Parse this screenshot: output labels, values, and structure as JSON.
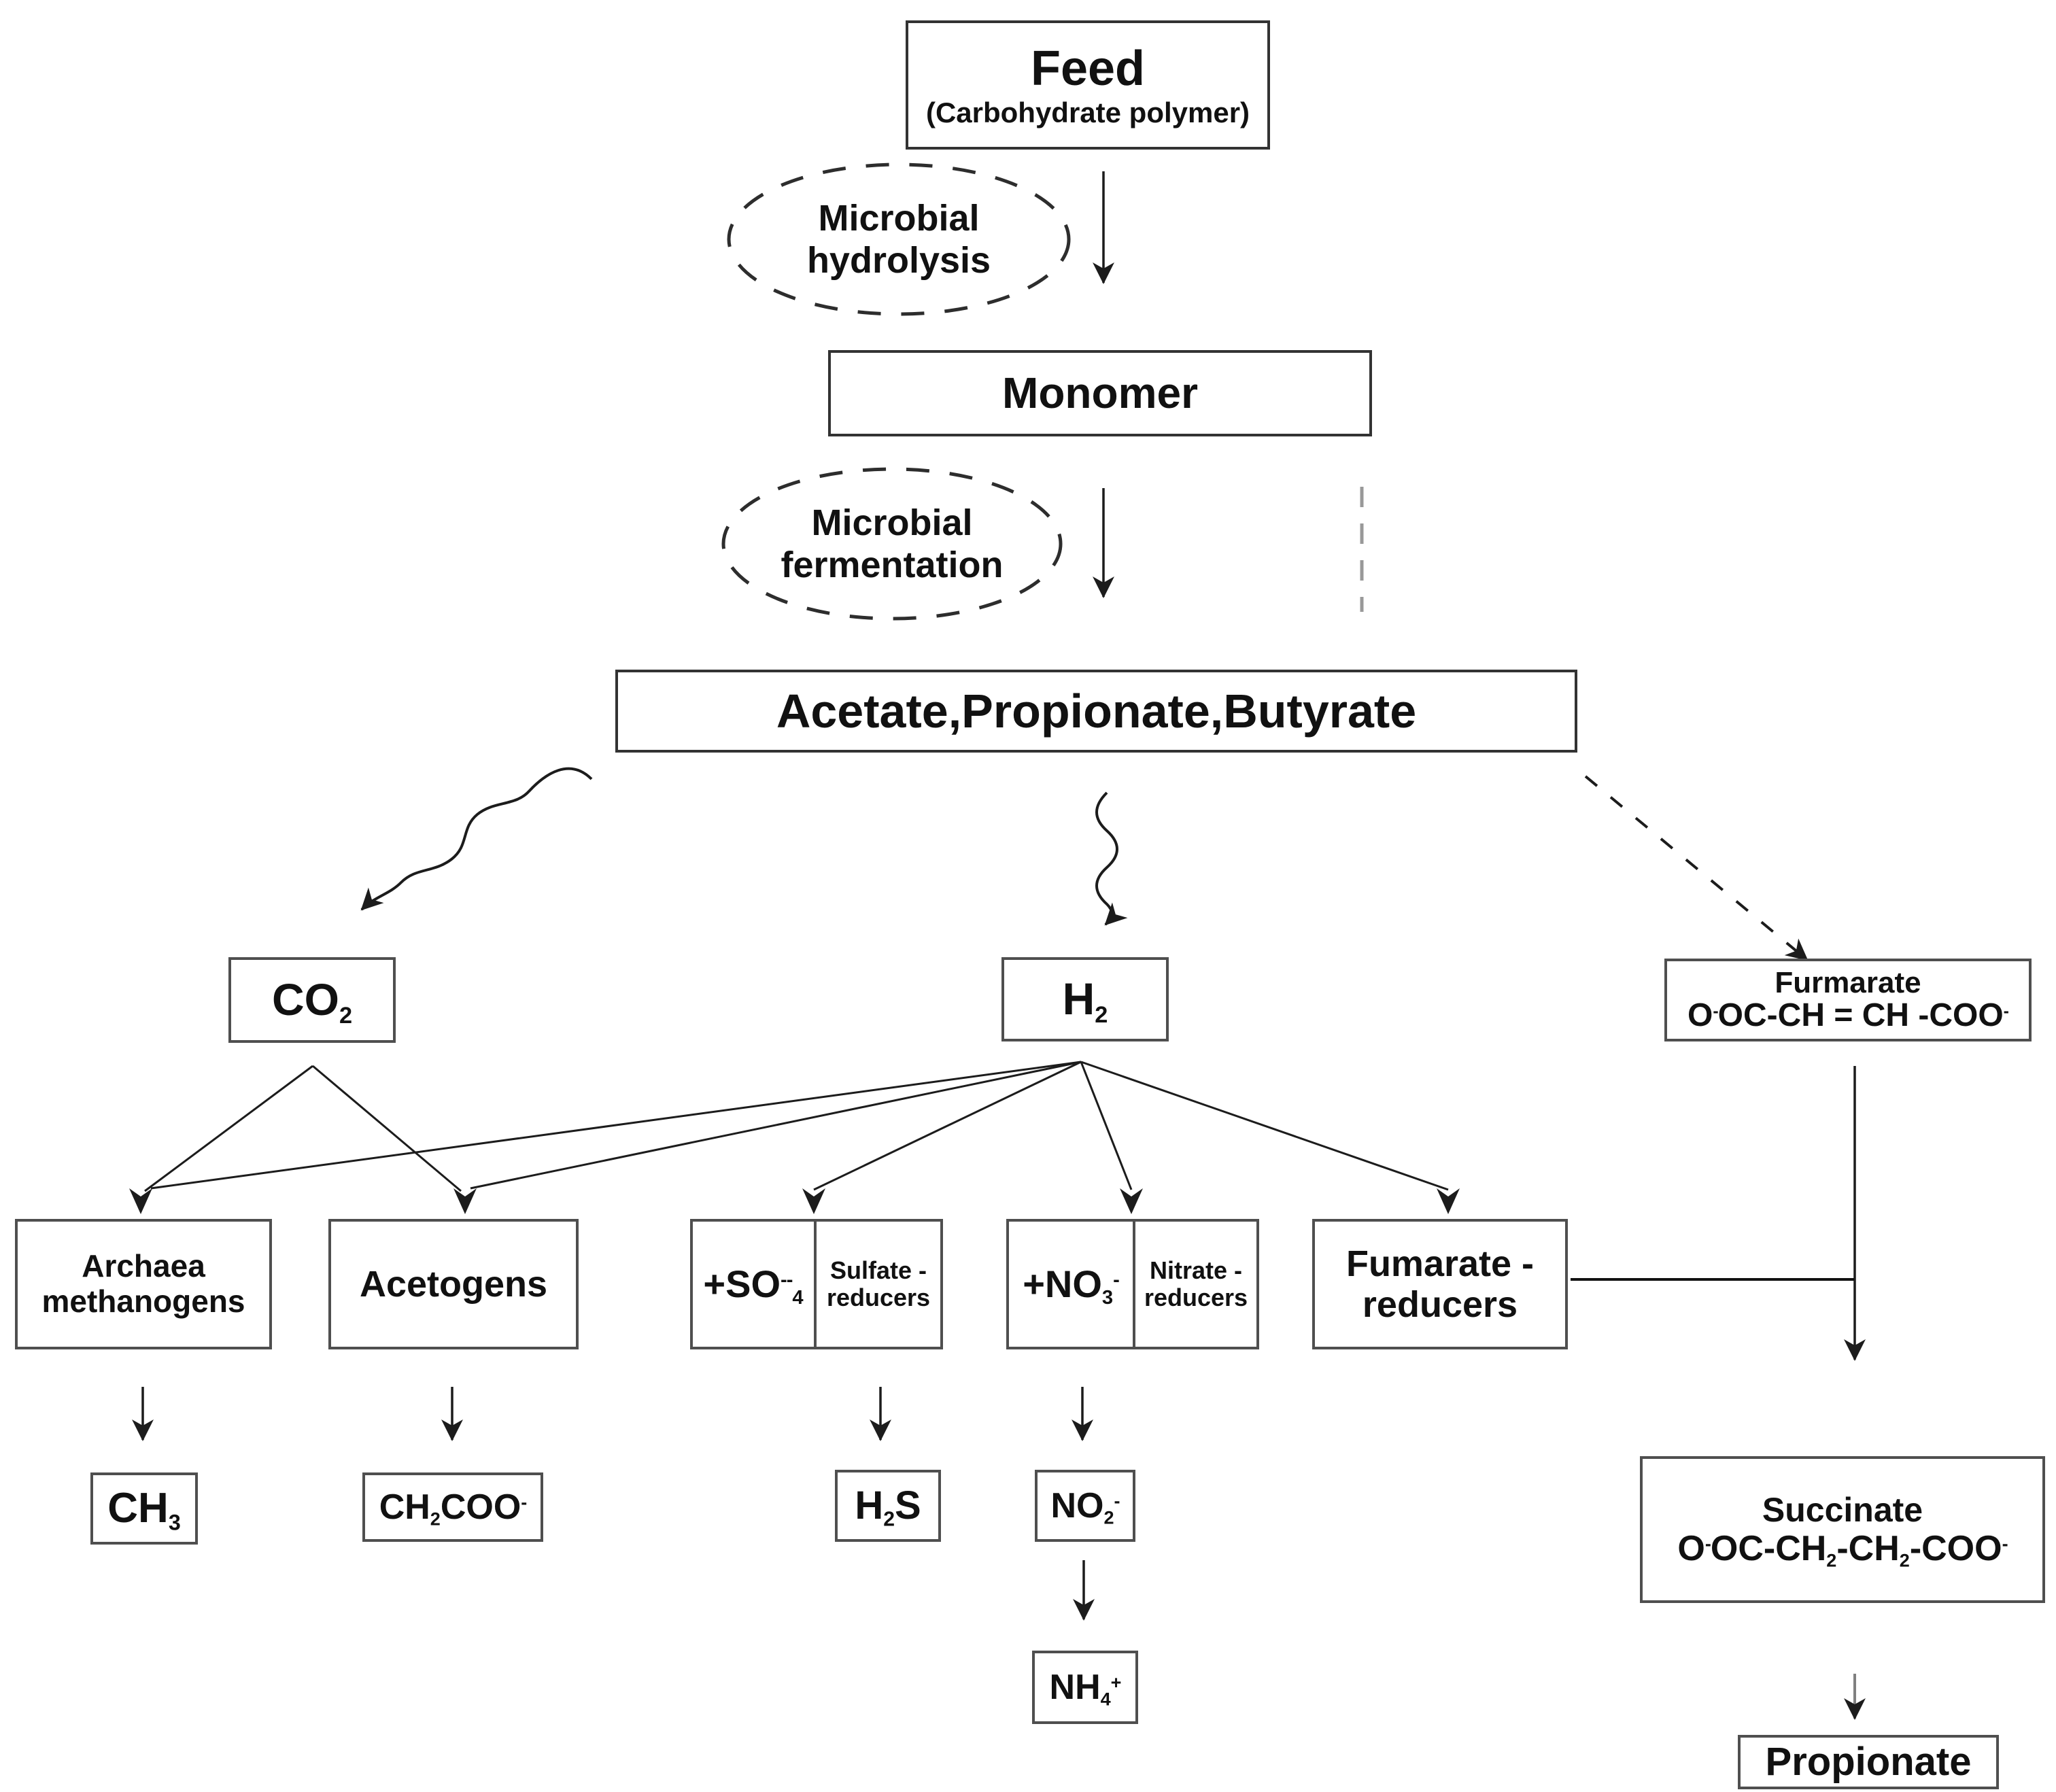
{
  "colors": {
    "background": "#ffffff",
    "box_border": "#4f4f4f",
    "text": "#111111",
    "line": "#1c1c1c",
    "dashed_gray": "#999999"
  },
  "nodes": {
    "feed": {
      "title": "Feed",
      "subtitle": "(Carbohydrate polymer)"
    },
    "hydrolysis": {
      "line1": "Microbial",
      "line2": "hydrolysis"
    },
    "monomer": {
      "label": "Monomer"
    },
    "fermentation": {
      "line1": "Microbial",
      "line2": "fermentation"
    },
    "acetate": {
      "label": "Acetate,Propionate,Butyrate"
    },
    "co2": {
      "base": "CO",
      "sub": "2"
    },
    "h2": {
      "base": "H",
      "sub": "2"
    },
    "furmarate": {
      "title": "Furmarate",
      "f_o": "O",
      "f_o_sup": "-",
      "f_mid": "OC-CH = CH -COO",
      "f_end_sup": "-"
    },
    "archaea": {
      "line1": "Archaea",
      "line2": "methanogens"
    },
    "acetogens": {
      "label": "Acetogens"
    },
    "sulfate": {
      "plus": "+",
      "base": "SO",
      "sup": "--",
      "sub": "4",
      "line1": "Sulfate -",
      "line2": "reducers"
    },
    "nitrate": {
      "plus": "+",
      "base": "NO",
      "sub": "3",
      "sup": "-",
      "line1": "Nitrate -",
      "line2": "reducers"
    },
    "fumarate_reducers": {
      "line1": "Fumarate -",
      "line2": "reducers"
    },
    "ch3": {
      "base": "CH",
      "sub": "3"
    },
    "acetate_ion": {
      "p1": "CH",
      "p1_sub": "2",
      "p2": "COO",
      "p2_sup": "-"
    },
    "h2s": {
      "p1": "H",
      "sub": "2",
      "p2": "S"
    },
    "no2": {
      "base": "NO",
      "sub": "2",
      "sup": "-"
    },
    "nh4": {
      "base": "NH",
      "sub": "4",
      "sup": "+"
    },
    "succinate": {
      "title": "Succinate",
      "f_o": "O",
      "f_o_sup": "-",
      "f_p2": "OC-CH",
      "f_p2_sub": "2",
      "f_p3": "-CH",
      "f_p3_sub": "2",
      "f_p4": "-COO",
      "f_p4_sup": "-"
    },
    "propionate": {
      "label": "Propionate"
    }
  }
}
